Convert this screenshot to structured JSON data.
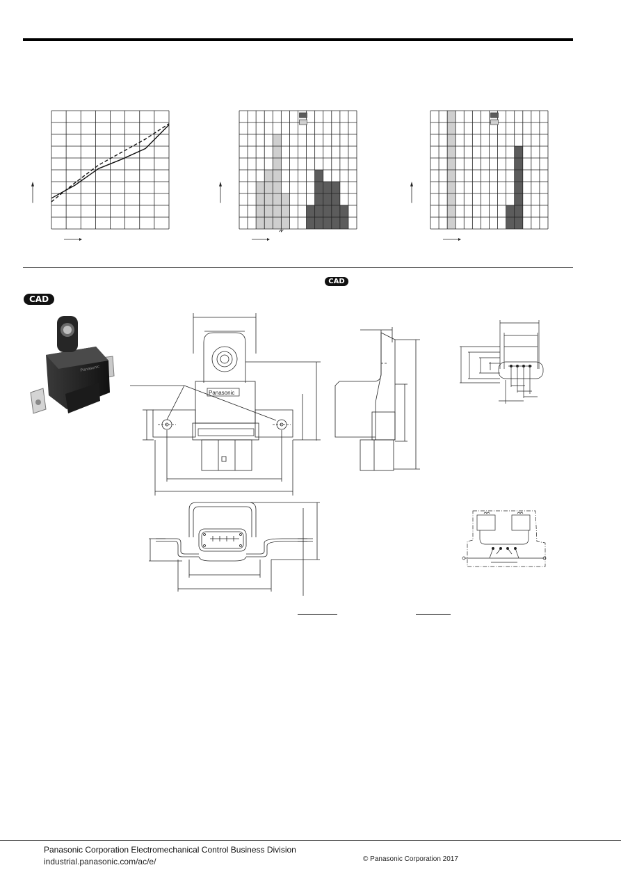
{
  "badges": {
    "cad_left": "CAD",
    "cad_right": "CAD"
  },
  "product_photo": {
    "logo_text": "Panasonic"
  },
  "drawing": {
    "brand_label": "Panasonic"
  },
  "footer": {
    "company": "Panasonic Corporation Electromechanical Control Business Division",
    "url": "industrial.panasonic.com/ac/e/",
    "copyright": "© Panasonic Corporation 2017"
  },
  "chart_data": [
    {
      "type": "line",
      "series": [
        {
          "style": "solid",
          "points": [
            [
              0,
              2.6
            ],
            [
              1,
              3.7
            ],
            [
              2,
              5.1
            ],
            [
              3,
              5.9
            ],
            [
              4,
              6.8
            ],
            [
              5,
              8.8
            ]
          ]
        },
        {
          "style": "dashed",
          "points": [
            [
              0,
              2.3
            ],
            [
              1,
              3.9
            ],
            [
              2,
              5.4
            ],
            [
              3,
              6.5
            ],
            [
              4,
              7.6
            ],
            [
              5,
              8.9
            ]
          ]
        }
      ],
      "xlim": [
        0,
        8
      ],
      "ylim": [
        0,
        10
      ],
      "grid": true
    },
    {
      "type": "bar",
      "colors": {
        "light": "#cfcfcf",
        "dark": "#5c5c5c"
      },
      "bins": 14,
      "light_values": [
        0,
        0,
        4,
        5,
        8,
        3,
        0,
        0,
        0,
        0,
        0,
        0,
        0,
        0
      ],
      "dark_values": [
        0,
        0,
        0,
        0,
        0,
        0,
        0,
        0,
        2,
        5,
        4,
        4,
        2,
        0
      ],
      "ylim": [
        0,
        10
      ],
      "grid": true,
      "legend": "top-right"
    },
    {
      "type": "bar",
      "colors": {
        "light": "#cfcfcf",
        "dark": "#5c5c5c"
      },
      "bins": 14,
      "light_values": [
        0,
        0,
        10,
        0,
        0,
        0,
        0,
        0,
        0,
        0,
        0,
        0,
        0,
        0
      ],
      "dark_values": [
        0,
        0,
        0,
        0,
        0,
        0,
        0,
        0,
        0,
        2,
        7,
        0,
        0,
        0
      ],
      "ylim": [
        0,
        10
      ],
      "grid": true,
      "legend": "top-right"
    }
  ]
}
